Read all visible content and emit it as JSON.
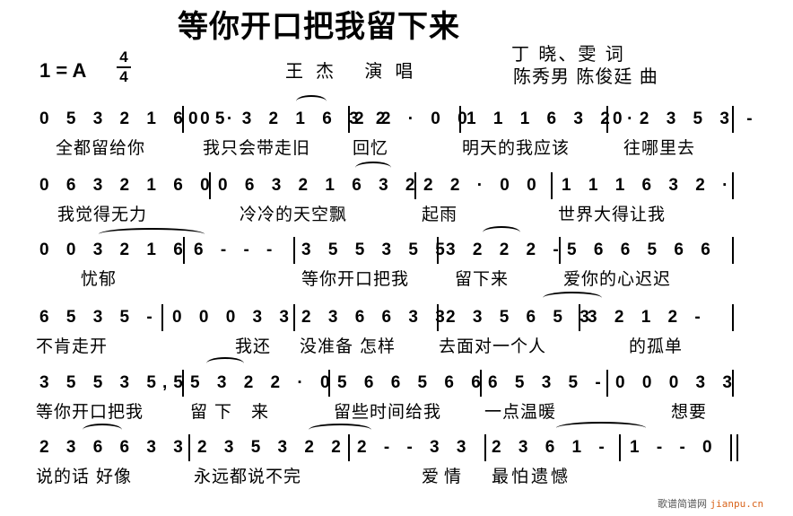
{
  "header": {
    "title": "等你开口把我留下来",
    "key": "1 = A",
    "time_signature": {
      "numerator": "4",
      "denominator": "4"
    },
    "singer": "王杰 演唱",
    "lyricist": "丁   晓、雯 词",
    "composer": "陈秀男 陈俊廷 曲"
  },
  "score": {
    "rows": [
      {
        "measures": [
          {
            "notes": "0 5 3 2 1 6 0 ·",
            "lyrics": "全都留给你"
          },
          {
            "notes": "0 5 3 2 1 6 3 2",
            "lyrics": "我只会带走旧"
          },
          {
            "notes": "2 2 · 0 0",
            "lyrics": "回忆"
          },
          {
            "notes": "1 1 1 6 3 2 ·",
            "lyrics": "明天的我应该"
          },
          {
            "notes": "0 2 3 5 3 -",
            "lyrics": "往哪里去"
          }
        ]
      },
      {
        "measures": [
          {
            "notes": "0 6 3 2 1 6 0",
            "lyrics": "我觉得无力"
          },
          {
            "notes": "0 6 3 2 1 6 3 2",
            "lyrics": "冷冷的天空飘"
          },
          {
            "notes": "2 2 · 0 0",
            "lyrics": "起雨"
          },
          {
            "notes": "1 1 1 6 3 2 ·",
            "lyrics": "世界大得让我"
          }
        ]
      },
      {
        "measures": [
          {
            "notes": "0 0 3 2 1 6",
            "lyrics": "忧郁"
          },
          {
            "notes": "6 - - -",
            "lyrics": ""
          },
          {
            "notes": "3 5 5 3 5 5",
            "lyrics": "等你开口把我"
          },
          {
            "notes": "3 2 2 2 -",
            "lyrics": "留下来"
          },
          {
            "notes": "5 6 6 5 6 6",
            "lyrics": "爱你的心迟迟"
          }
        ]
      },
      {
        "measures": [
          {
            "notes": "6 5 3 5 -",
            "lyrics": "不肯走开"
          },
          {
            "notes": "0 0 0 3 3",
            "lyrics": "我还"
          },
          {
            "notes": "2 3 6 6 3 3",
            "lyrics": "没准备  怎样"
          },
          {
            "notes": "2 3 5 6 5 3",
            "lyrics": "去面对一个人"
          },
          {
            "notes": "3 2 1 2 -",
            "lyrics": "的孤单"
          }
        ]
      },
      {
        "measures": [
          {
            "notes": "3 5 5 3 5,5",
            "lyrics": "等你开口把我"
          },
          {
            "notes": "5 3 2 2 · 0",
            "lyrics": "留下  来"
          },
          {
            "notes": "5 6 6 5 6 6",
            "lyrics": "留些时间给我"
          },
          {
            "notes": "6 5 3 5 -",
            "lyrics": "一点温暖"
          },
          {
            "notes": "0 0 0 3 3",
            "lyrics": "想要"
          }
        ]
      },
      {
        "measures": [
          {
            "notes": "2 3 6 6 3 3",
            "lyrics": "说的话  好像"
          },
          {
            "notes": "2 3 5 3 2 2",
            "lyrics": "永远都说不完"
          },
          {
            "notes": "2 - - 3 3",
            "lyrics": "爱情"
          },
          {
            "notes": "2 3 6 1 -",
            "lyrics": "最怕遗憾"
          },
          {
            "notes": "1 - - 0",
            "lyrics": ""
          }
        ]
      }
    ]
  },
  "watermark": {
    "text": "歌谱简谱网",
    "site": "jianpu.cn"
  }
}
